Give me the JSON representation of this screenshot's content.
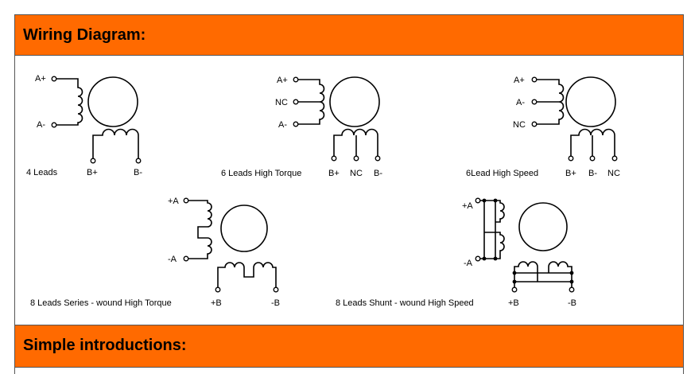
{
  "headers": {
    "wiring": "Wiring Diagram:",
    "intro": "Simple introductions:"
  },
  "colors": {
    "header_bg": "#ff6a00",
    "border": "#555555"
  },
  "diagrams": {
    "four_leads": {
      "caption": "4 Leads",
      "a_plus": "A+",
      "a_minus": "A-",
      "b_plus": "B+",
      "b_minus": "B-"
    },
    "six_torque": {
      "caption": "6 Leads High Torque",
      "a_plus": "A+",
      "nc": "NC",
      "a_minus": "A-",
      "b_plus": "B+",
      "b_nc": "NC",
      "b_minus": "B-"
    },
    "six_speed": {
      "caption": "6Lead High Speed",
      "a_plus": "A+",
      "a_minus": "A-",
      "nc": "NC",
      "b_plus": "B+",
      "b_minus": "B-",
      "b_nc": "NC"
    },
    "eight_series": {
      "caption": "8 Leads Series - wound High Torque",
      "a_plus": "+A",
      "a_minus": "-A",
      "b_plus": "+B",
      "b_minus": "-B"
    },
    "eight_shunt": {
      "caption": "8 Leads Shunt - wound High Speed",
      "a_plus": "+A",
      "a_minus": "-A",
      "b_plus": "+B",
      "b_minus": "-B"
    }
  }
}
